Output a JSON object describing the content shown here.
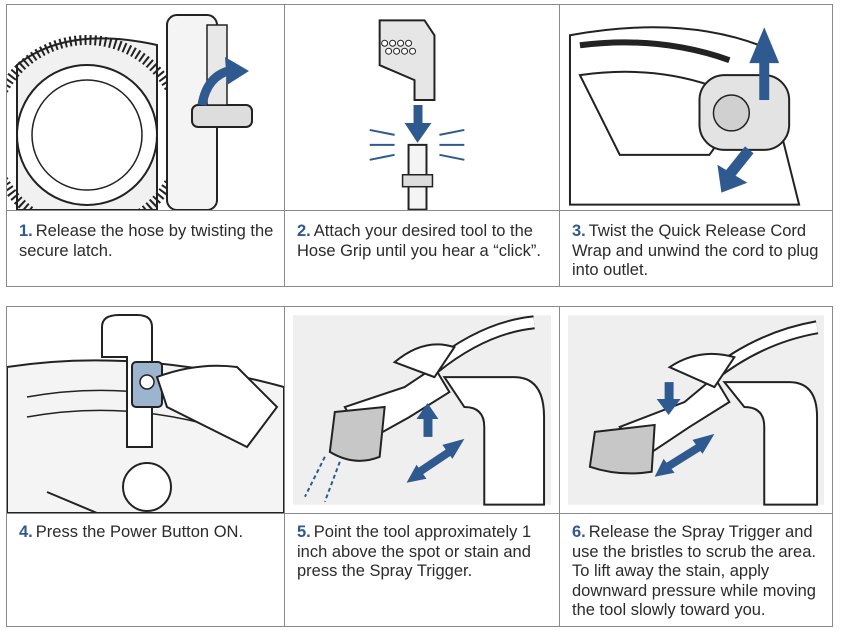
{
  "colors": {
    "accent": "#2f5a8f",
    "border": "#8a8a8a",
    "text": "#2b2b2b",
    "illustration_fill": "#f1f1f1"
  },
  "steps": [
    {
      "num": "1.",
      "text": "Release the hose by twisting the secure latch.",
      "icon": "hose-latch-illustration"
    },
    {
      "num": "2.",
      "text": "Attach your desired tool to the Hose Grip until you hear a “click”.",
      "icon": "tool-attach-illustration"
    },
    {
      "num": "3.",
      "text": "Twist the Quick Release Cord Wrap and unwind the cord to plug into outlet.",
      "icon": "cord-wrap-illustration"
    },
    {
      "num": "4.",
      "text": "Press the Power Button ON.",
      "icon": "power-button-illustration"
    },
    {
      "num": "5.",
      "text": "Point the tool approximately 1 inch above the spot or stain and press the Spray Trigger.",
      "icon": "spray-trigger-illustration"
    },
    {
      "num": "6.",
      "text": "Release the Spray Trigger and use the bristles to scrub the area. To lift away the stain, apply downward pressure while moving the tool slowly toward you.",
      "icon": "scrub-illustration"
    }
  ]
}
